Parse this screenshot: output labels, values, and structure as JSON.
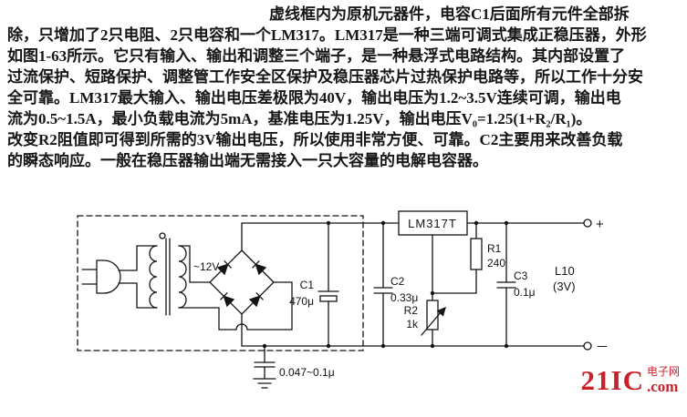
{
  "paragraph": {
    "lines": [
      "虚线框内为原机元器件，电容C1后面所有元件全部拆",
      "除，只增加了2只电阻、2只电容和一个LM317。LM317是一种三端可调式集成正稳压器，外形",
      "如图1-63所示。它只有输入、输出和调整三个端子，是一种悬浮式电路结构。其内部设置了",
      "过流保护、短路保护、调整管工作安全区保护及稳压器芯片过热保护电路等，所以工作十分安",
      "全可靠。LM317最大输入、输出电压差极限为40V，输出电压为1.2~3.5V连续可调，输出电",
      "流为0.5~1.5A，最小负载电流为5mA，基准电压为1.25V，输出电压V₀=1.25(1+R₂/R₁)。",
      "改变R2阻值即可得到所需的3V输出电压，所以使用非常方便、可靠。C2主要用来改善负载",
      "的瞬态响应。一般在稳压器输出端无需接入一只大容量的电解电容器。"
    ]
  },
  "schematic": {
    "line_color": "#131313",
    "labels": {
      "regulator": "LM317T",
      "transformer_voltage": "~12V",
      "c1_name": "C1",
      "c1_value": "470μ",
      "c2_name": "C2",
      "c2_value": "0.33μ",
      "c3_name": "C3",
      "c3_value": "0.1μ",
      "r1_name": "R1",
      "r1_value": "240",
      "r2_name": "R2",
      "r2_value": "1k",
      "input_cap_value": "0.047~0.1μ",
      "load_name": "L10",
      "load_voltage": "(3V)",
      "plus": "+",
      "minus": "－"
    }
  },
  "watermark": {
    "brand": "21IC",
    "site_name": "电子网",
    "domain": ".com",
    "color": "#c8232c"
  }
}
